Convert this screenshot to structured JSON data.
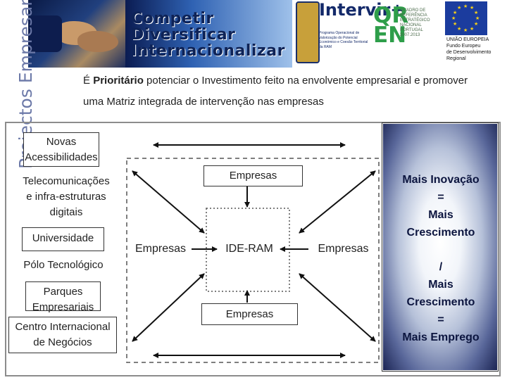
{
  "banner": {
    "slogan": [
      "Competir",
      "Diversificar",
      "Internacionalizar"
    ],
    "intervir_title": "Intervir+",
    "intervir_subtitle": "Programa Operacional de Valorização do Potencial Económico e Coesão Territorial da RAM",
    "qren_mark": "QR EN",
    "qren_text": "QUADRO DE REFERÊNCIA ESTRATÉGICO NACIONAL PORTUGAL 2007.2013",
    "eu_text": [
      "UNIÃO EUROPEIA",
      "Fundo Europeu",
      "de Desenvolvimento",
      "Regional"
    ]
  },
  "side_title": "Projectos Empresariais",
  "intro": {
    "line1_prefix": "É ",
    "line1_bold": "Prioritário",
    "line1_rest": " potenciar o Investimento feito na envolvente empresarial e promover",
    "line2": "uma Matriz integrada de intervenção nas empresas"
  },
  "left_items": {
    "novas": [
      "Novas",
      "Acessibilidades"
    ],
    "telecom": [
      "Telecomunicações",
      "e infra-estruturas",
      "digitais"
    ],
    "universidade": "Universidade",
    "polo": "Pólo Tecnológico",
    "parques": [
      "Parques",
      "Empresariais"
    ],
    "centro": [
      "Centro Internacional",
      "de Negócios"
    ]
  },
  "center": {
    "top": "Empresas",
    "left": "Empresas",
    "core": "IDE-RAM",
    "right": "Empresas",
    "bottom": "Empresas"
  },
  "panel": {
    "lines": [
      "Mais Inovação",
      "=",
      "Mais",
      "Crescimento",
      "/",
      "Mais",
      "Crescimento",
      "=",
      "Mais Emprego"
    ]
  }
}
